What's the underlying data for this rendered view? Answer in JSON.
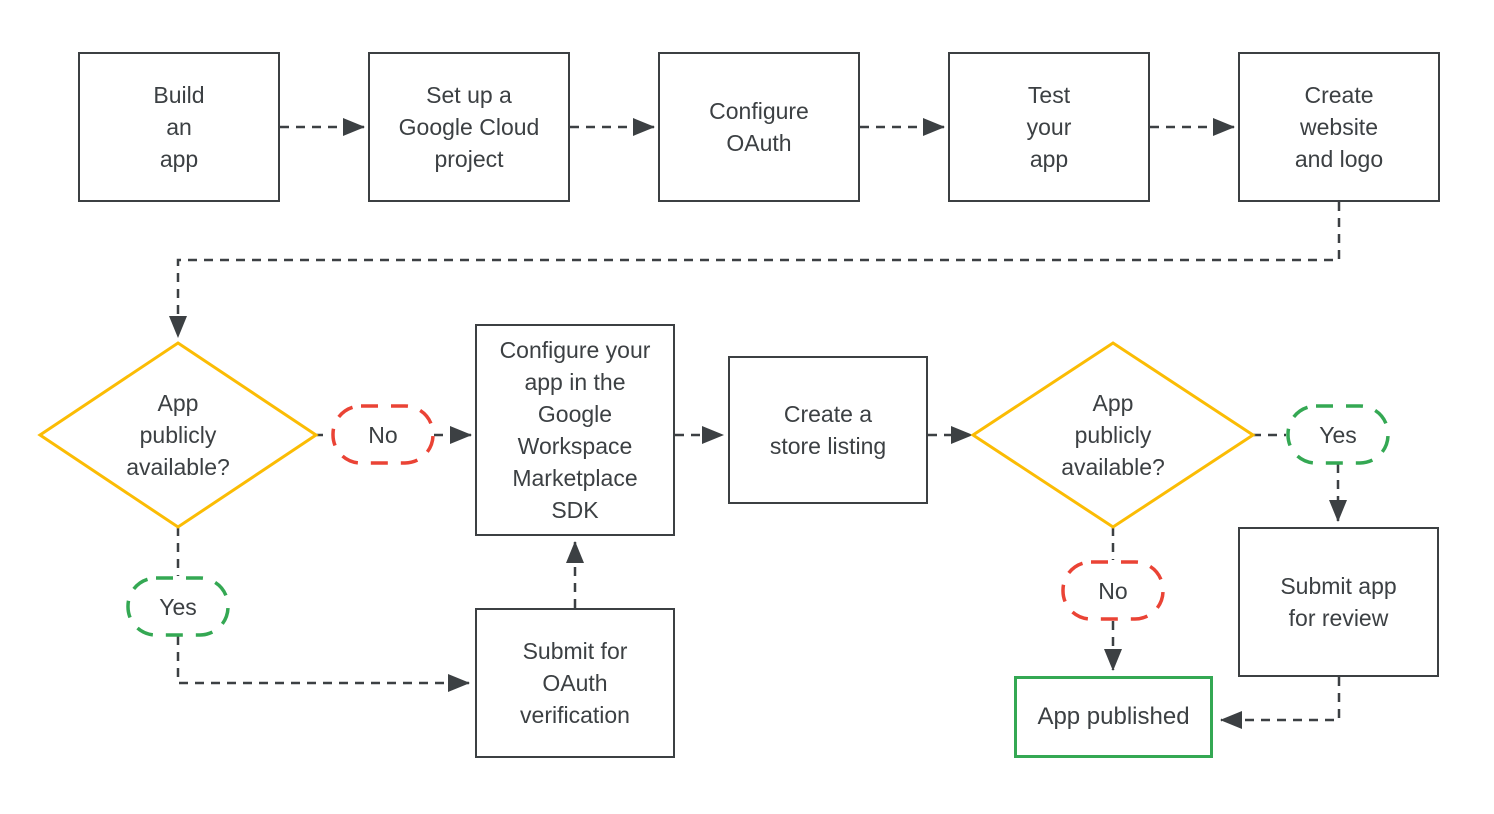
{
  "colors": {
    "node_border": "#3c4043",
    "text_color": "#3c4043",
    "decision_yellow": "#fbbc04",
    "yes_green": "#34a853",
    "no_red": "#ea4335",
    "published_green": "#34a853",
    "connector": "#3c4043",
    "canvas_bg": "#ffffff"
  },
  "nodes": {
    "build_app": {
      "label": "Build\nan\napp"
    },
    "setup_project": {
      "label": "Set up a\nGoogle Cloud\nproject"
    },
    "configure_oauth": {
      "label": "Configure\nOAuth"
    },
    "test_app": {
      "label": "Test\nyour\napp"
    },
    "create_website": {
      "label": "Create\nwebsite\nand logo"
    },
    "decision_left": {
      "label": "App\npublicly\navailable?"
    },
    "configure_sdk": {
      "label": "Configure your\napp in the\nGoogle\nWorkspace\nMarketplace\nSDK"
    },
    "store_listing": {
      "label": "Create a\nstore listing"
    },
    "decision_right": {
      "label": "App\npublicly\navailable?"
    },
    "submit_oauth": {
      "label": "Submit for\nOAuth\nverification"
    },
    "submit_review": {
      "label": "Submit app\nfor review"
    },
    "app_published": {
      "label": "App published"
    }
  },
  "edge_labels": {
    "no_left": "No",
    "yes_left": "Yes",
    "yes_right": "Yes",
    "no_right": "No"
  }
}
